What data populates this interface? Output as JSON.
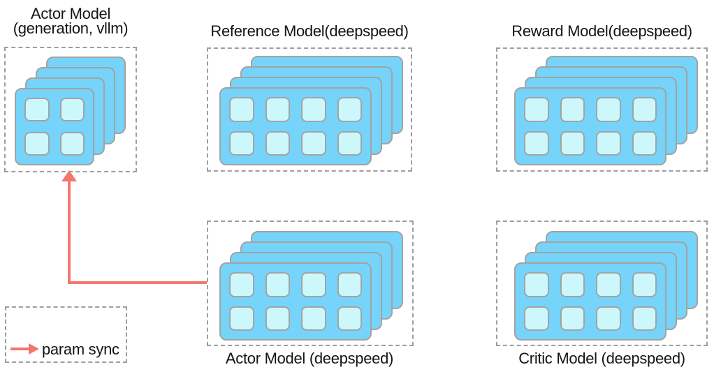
{
  "diagram": {
    "colors": {
      "card_fill": "#76d3f9",
      "cell_fill": "#ccf8fc",
      "card_border": "#a3a3a3",
      "dashed_border": "#9e9e9e",
      "arrow": "#f4766d",
      "text": "#141414"
    },
    "clusters": [
      {
        "id": "actor-vllm",
        "title": "Actor Model",
        "subtitle": "(generation, vllm)",
        "title_position": "above",
        "gpu_layers": 4,
        "grid_rows": 2,
        "grid_cols": 2
      },
      {
        "id": "reference-deepspeed",
        "title": "Reference Model(deepspeed)",
        "title_position": "above",
        "gpu_layers": 4,
        "grid_rows": 2,
        "grid_cols": 4
      },
      {
        "id": "reward-deepspeed",
        "title": "Reward Model(deepspeed)",
        "title_position": "above",
        "gpu_layers": 4,
        "grid_rows": 2,
        "grid_cols": 4
      },
      {
        "id": "actor-deepspeed",
        "title": "Actor Model (deepspeed)",
        "title_position": "below",
        "gpu_layers": 4,
        "grid_rows": 2,
        "grid_cols": 4
      },
      {
        "id": "critic-deepspeed",
        "title": "Critic Model (deepspeed)",
        "title_position": "below",
        "gpu_layers": 4,
        "grid_rows": 2,
        "grid_cols": 4
      }
    ],
    "connections": [
      {
        "from": "actor-deepspeed",
        "to": "actor-vllm",
        "label": "param sync"
      }
    ],
    "legend": {
      "icon": "param-sync-arrow-icon",
      "label": "param sync"
    }
  }
}
